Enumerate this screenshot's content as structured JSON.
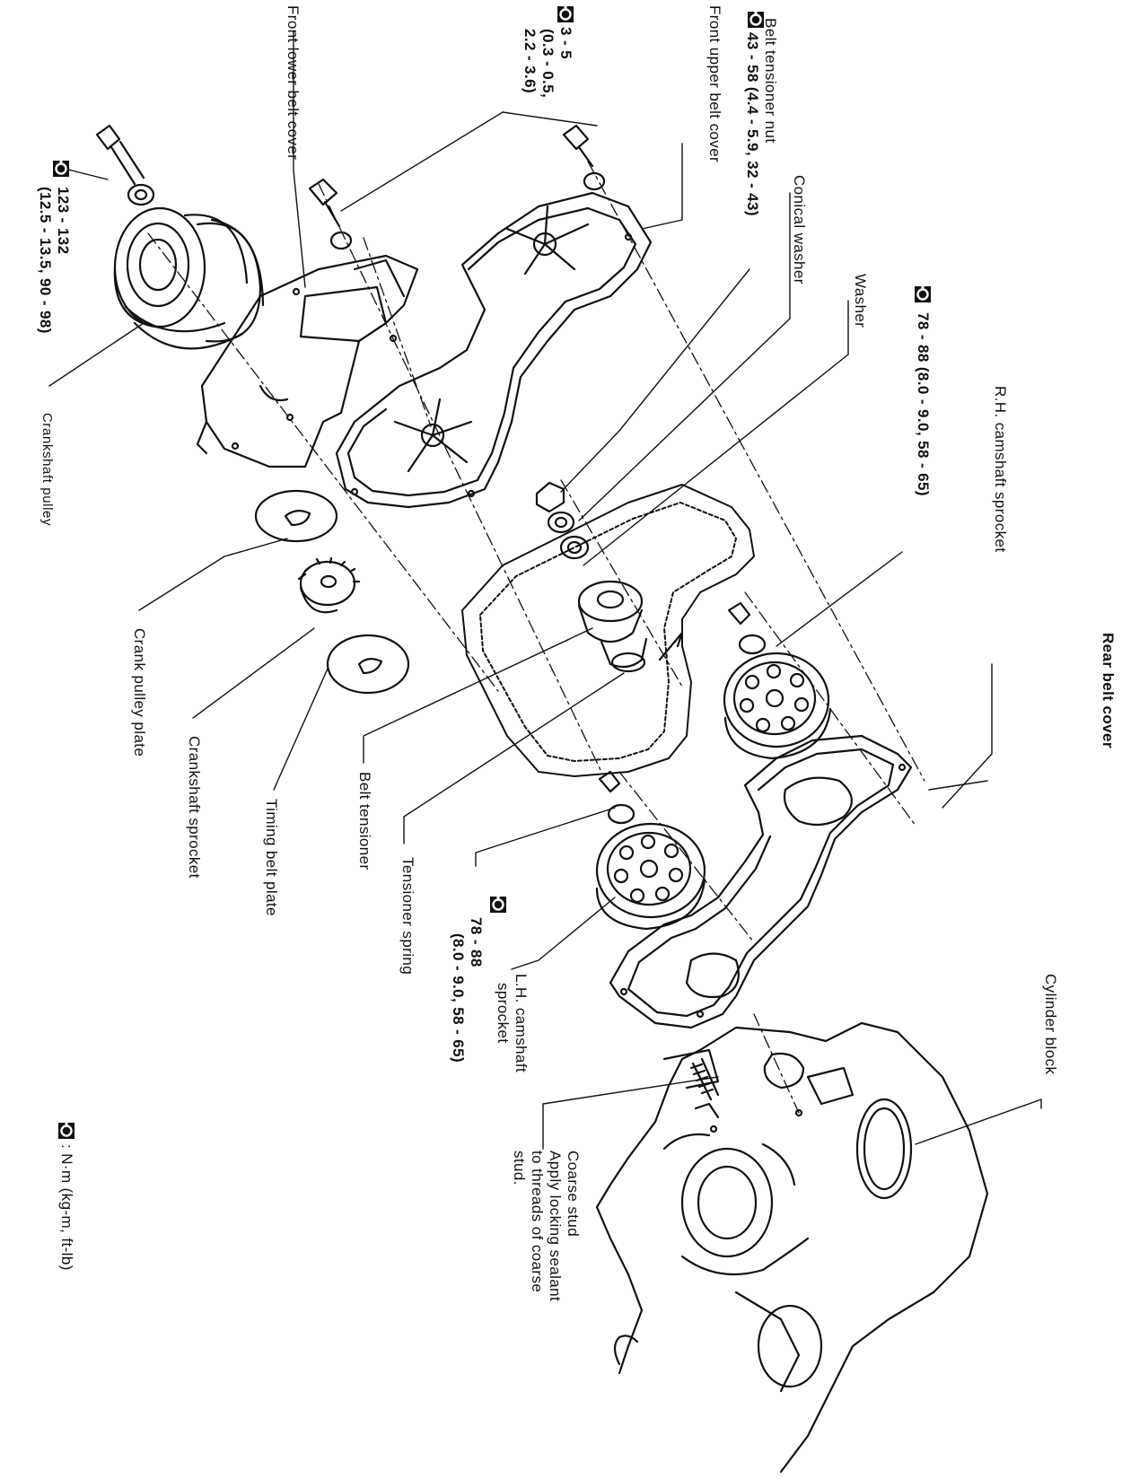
{
  "labels": {
    "front_lower_belt_cover": "Front lower belt cover",
    "torque_small_bolts": [
      "3 - 5",
      "(0.3 - 0.5,",
      "2.2 - 3.6)"
    ],
    "belt_tensioner_nut": "Belt tensioner nut",
    "tensioner_nut_torque": "43 - 58 (4.4 - 5.9, 32 - 43)",
    "front_upper_belt_cover": "Front upper belt cover",
    "conical_washer": "Conical washer",
    "washer": "Washer",
    "rh_sprocket_torque": "78 - 88 (8.0 - 9.0, 58 - 65)",
    "rh_camshaft_sprocket": "R.H. camshaft sprocket",
    "rear_belt_cover": "Rear belt cover",
    "crank_pulley_torque": [
      "123 - 132",
      "(12.5 - 13.5, 90 - 98)"
    ],
    "crankshaft_pulley": "Crankshaft pulley",
    "crank_pulley_plate": "Crank pulley plate",
    "crankshaft_sprocket": "Crankshaft sprocket",
    "timing_belt_plate": "Timing belt plate",
    "belt_tensioner": "Belt tensioner",
    "tensioner_spring": "Tensioner spring",
    "lh_sprocket_torque": [
      "78 - 88",
      "(8.0 - 9.0, 58 - 65)"
    ],
    "lh_camshaft_sprocket": [
      "L.H. camshaft",
      "sprocket"
    ],
    "cylinder_block": "Cylinder block",
    "coarse_stud": [
      "Coarse stud",
      "Apply locking sealant",
      "to threads of coarse",
      "stud."
    ],
    "legend_units": ": N·m (kg-m, ft-lb)"
  },
  "icons": {
    "torque": "torque-wrench-icon"
  }
}
